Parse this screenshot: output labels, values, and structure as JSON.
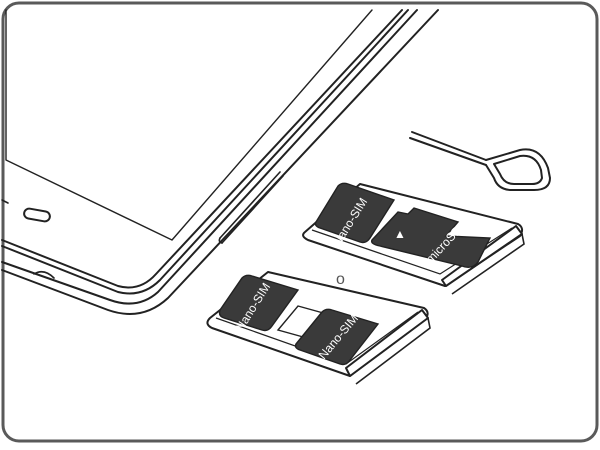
{
  "illustration": {
    "tray_top": {
      "nano_sim_label": "Nano-SIM",
      "microsd_label": "microSD",
      "microsd_arrow": "▲"
    },
    "separator_label": "o",
    "tray_bottom": {
      "nano_sim_1_label": "Nano-SIM",
      "nano_sim_2_label": "Nano-SIM"
    },
    "icons": {
      "eject_tool": "sim-eject-pin-icon",
      "phone": "phone-outline-icon"
    },
    "colors": {
      "line": "#222222",
      "card_fill": "#3a3a3a",
      "tray_fill": "#ffffff",
      "frame": "#5a5a5a"
    }
  }
}
